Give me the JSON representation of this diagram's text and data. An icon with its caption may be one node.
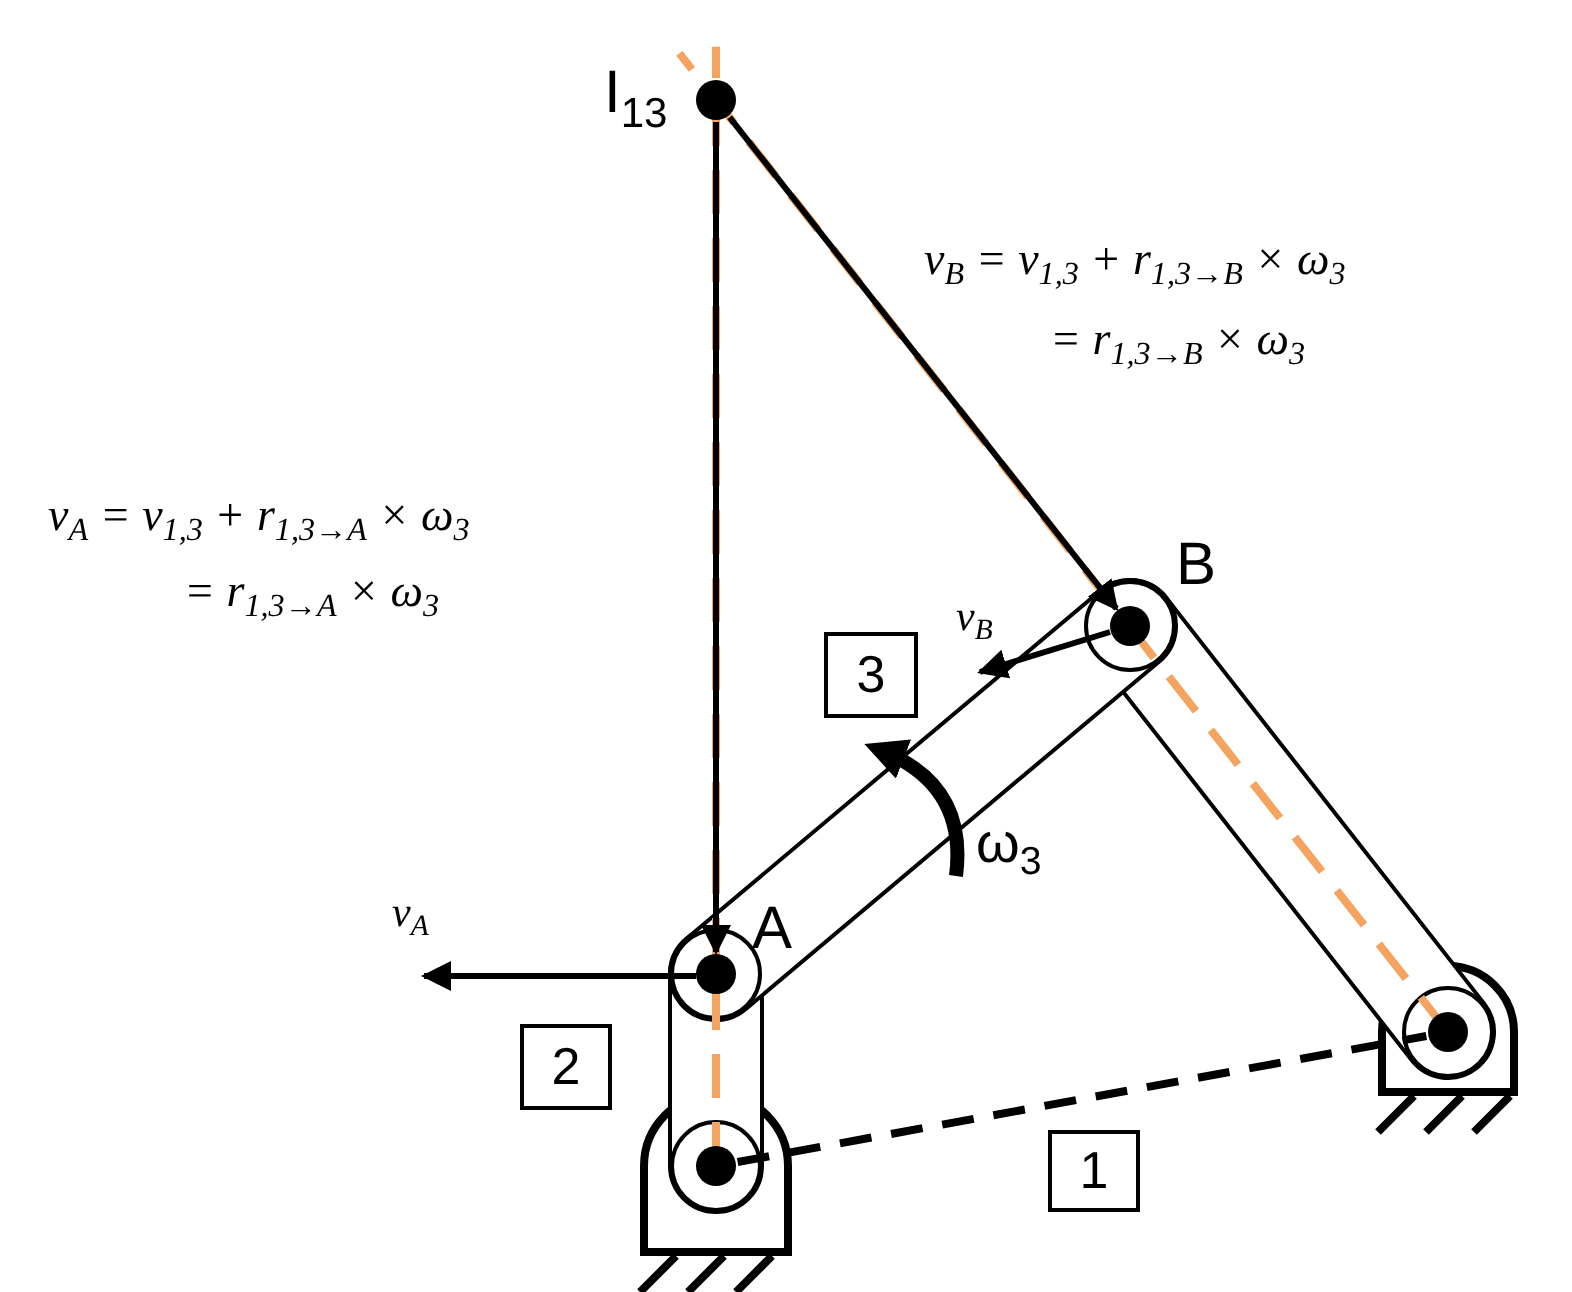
{
  "diagram": {
    "nodes": [
      {
        "text": [],
        "shape": "circle",
        "beside": [
          "I$_{13}$"
        ]
      },
      {
        "text": [],
        "shape": "circle",
        "beside": [
          "A"
        ]
      },
      {
        "text": [],
        "shape": "circle",
        "beside": [
          "B"
        ]
      },
      {
        "text": [],
        "shape": "circle"
      },
      {
        "text": [],
        "shape": "circle"
      },
      {
        "text": [
          "3"
        ]
      },
      {
        "text": [
          "2"
        ]
      },
      {
        "text": [
          "1"
        ]
      }
    ],
    "edges": [
      {
        "from": 0,
        "to": 1,
        "arrow": "to"
      },
      {
        "from": 0,
        "to": 2,
        "arrow": "to"
      },
      {
        "from": 3,
        "to": 4,
        "arrow": "none",
        "style": "dashed"
      }
    ],
    "labels": [
      "v$_{B}$ = v$_{1,3}$ + r$_{1,3→B}$ × ω$_{3}$",
      "= r$_{1,3→B}$ × ω$_{3}$",
      "v$_{A}$ = v$_{1,3}$ + r$_{1,3→A}$ × ω$_{3}$",
      "= r$_{1,3→A}$ × ω$_{3}$",
      "v$_{B}$",
      "ω$_{3}$",
      "v$_{A}$"
    ]
  }
}
